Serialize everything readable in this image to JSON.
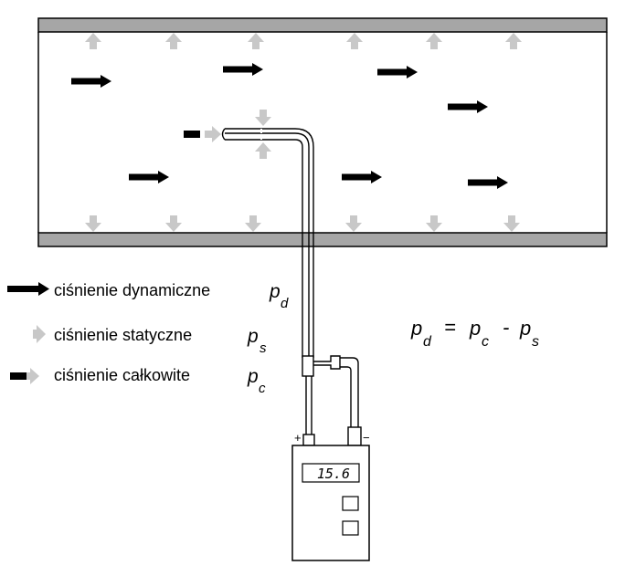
{
  "legend": {
    "dynamic_label": "ciśnienie dynamiczne",
    "dynamic_symbol": "p",
    "dynamic_sub": "d",
    "static_label": "ciśnienie statyczne",
    "static_symbol": "p",
    "static_sub": "s",
    "total_label": "ciśnienie całkowite",
    "total_symbol": "p",
    "total_sub": "c"
  },
  "formula": {
    "lhs_symbol": "p",
    "lhs_sub": "d",
    "equals": "=",
    "term1_symbol": "p",
    "term1_sub": "c",
    "minus": "-",
    "term2_symbol": "p",
    "term2_sub": "s"
  },
  "meter": {
    "display_value": "15.6",
    "plus_sign": "+",
    "minus_sign": "−"
  },
  "colors": {
    "wall": "#a6a6a6",
    "static_arrow": "#c8c8c8",
    "dynamic_arrow": "#000000"
  }
}
